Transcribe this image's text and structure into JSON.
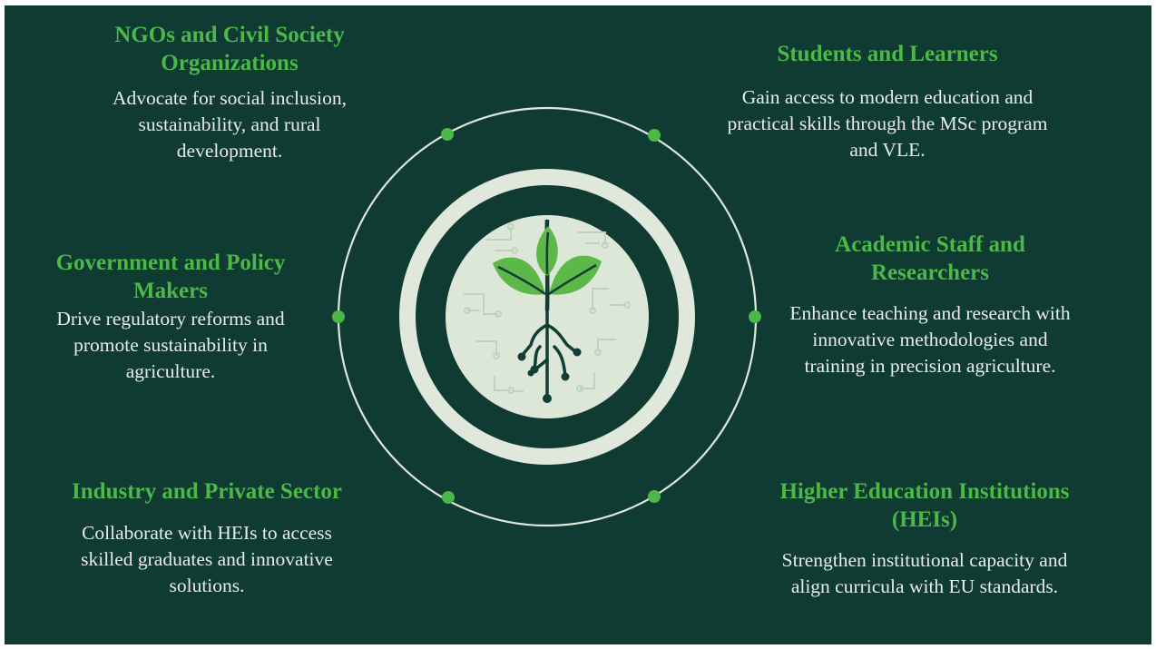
{
  "colors": {
    "background": "#0f3b33",
    "title_green": "#4cb848",
    "body_text": "#e8ece8",
    "ring_light": "#dfe8da",
    "leaf_green": "#5cb848",
    "root_dark": "#123d35"
  },
  "center": {
    "icon": "sprouting-plant-circuit-roots-icon"
  },
  "stakeholders": [
    {
      "id": "ngos",
      "title": "NGOs and Civil Society Organizations",
      "description": "Advocate for social inclusion, sustainability, and rural development."
    },
    {
      "id": "students",
      "title": "Students and Learners",
      "description": "Gain access to modern education and practical skills through the MSc program and VLE."
    },
    {
      "id": "government",
      "title": "Government and Policy Makers",
      "description": "Drive regulatory reforms and promote sustainability in agriculture."
    },
    {
      "id": "academic",
      "title": "Academic Staff and Researchers",
      "description": "Enhance teaching and research with innovative methodologies and training in precision agriculture."
    },
    {
      "id": "industry",
      "title": "Industry and Private Sector",
      "description": "Collaborate with HEIs to access skilled graduates and innovative solutions."
    },
    {
      "id": "heis",
      "title": "Higher Education Institutions (HEIs)",
      "description": "Strengthen institutional capacity and align curricula with EU standards."
    }
  ]
}
